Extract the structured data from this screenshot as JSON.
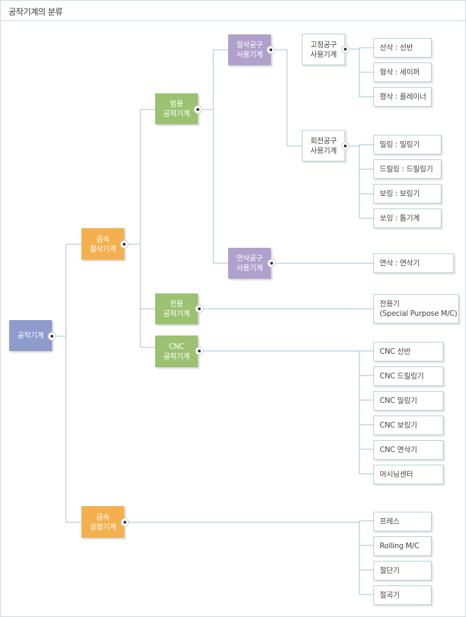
{
  "title": "공작기계의 분류",
  "root": "공작기계",
  "groups": {
    "cutting": "금속\n절삭기계",
    "forming": "금속\n성형기계",
    "general": "범용\n공작기계",
    "dedicated": "전용\n공작기계",
    "cnc": "CNC\n공작기계",
    "cutting_tool": "절삭공구\n사용기계",
    "grinding_tool": "연삭공구\n사용기계",
    "fixed_tool": "고정공구\n사용기계",
    "rotary_tool": "회전공구\n사용기계"
  },
  "leaves": {
    "fixed": [
      "선삭 : 선반",
      "형삭 : 세이퍼",
      "평삭 : 플레이너"
    ],
    "rotary": [
      "밀링 : 밀링기",
      "드릴링 : 드릴링기",
      "보링 : 보링기",
      "쏘잉 : 톱기계"
    ],
    "grinding": [
      "연삭 : 연삭기"
    ],
    "dedicated": [
      "전용기\n(Special Purpose M/C)"
    ],
    "cnc": [
      "CNC 선반",
      "CNC 드릴링기",
      "CNC 밀링기",
      "CNC 보링기",
      "CNC 연삭기",
      "머시닝센터"
    ],
    "forming": [
      "프레스",
      "Rolling M/C",
      "절단기",
      "절곡기"
    ]
  }
}
